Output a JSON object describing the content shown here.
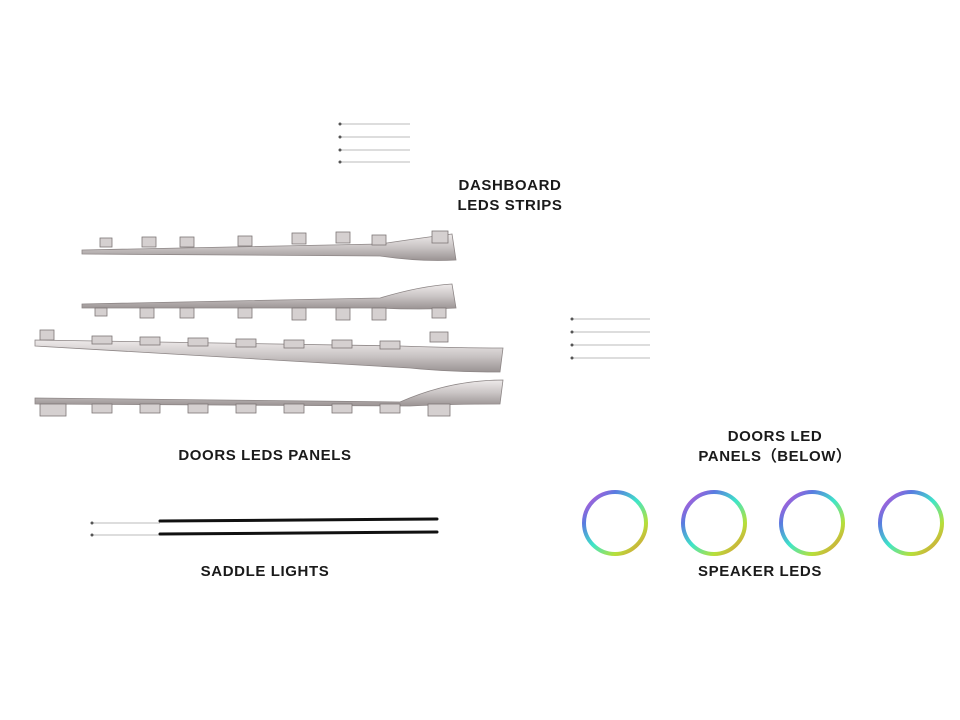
{
  "labels": {
    "dashboard_line1": "DASHBOARD",
    "dashboard_line2": "LEDS STRIPS",
    "doors_panels": "DOORS LEDS PANELS",
    "doors_below_line1": "DOORS LED",
    "doors_below_line2": "PANELS（BELOW）",
    "saddle": "SADDLE LIGHTS",
    "speaker": "SPEAKER LEDS"
  },
  "colors": {
    "rgb_start": "#3ee6c8",
    "rgb_mid": "#5a7be0",
    "rgb_end": "#d93ad6",
    "panel_chrome": "#c9c4c4",
    "panel_edge": "#8d8686",
    "cable_black": "#111111"
  }
}
